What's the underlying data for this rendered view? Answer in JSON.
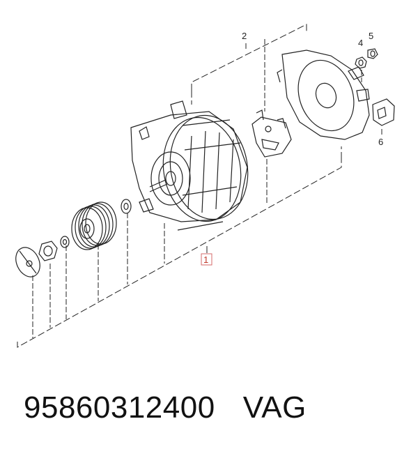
{
  "callouts": {
    "c1": "1",
    "c2": "2",
    "c4": "4",
    "c5": "5",
    "c6": "6"
  },
  "caption": {
    "part_number": "95860312400",
    "brand": "VAG"
  },
  "colors": {
    "line": "#222222",
    "highlight": "#d46a6a"
  }
}
